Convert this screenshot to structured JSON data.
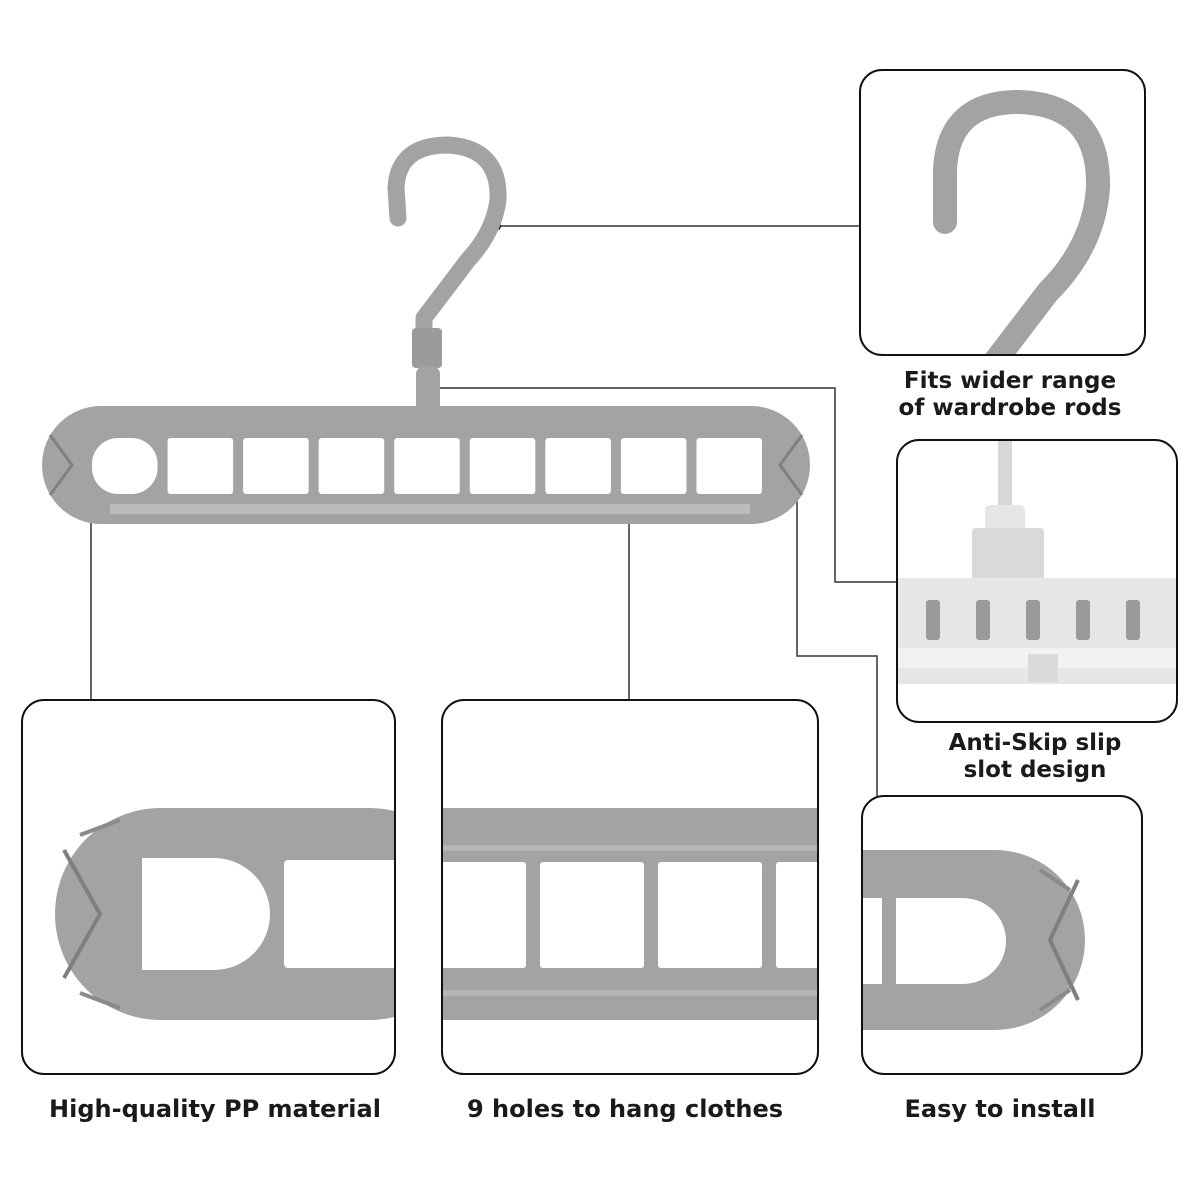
{
  "product": {
    "hanger_holes": 9,
    "colors": {
      "hanger": "#a3a3a3",
      "hanger_dark": "#8c8c8c",
      "frame": "#111111",
      "line": "#333333",
      "text": "#1a1a1a"
    }
  },
  "features": {
    "hook": {
      "line1": "Fits wider range",
      "line2": "of wardrobe rods"
    },
    "slot": {
      "line1": "Anti-Skip slip",
      "line2": "slot design"
    },
    "material": {
      "label": "High-quality PP material"
    },
    "holes": {
      "label": "9 holes to hang clothes"
    },
    "install": {
      "label": "Easy to install"
    }
  }
}
